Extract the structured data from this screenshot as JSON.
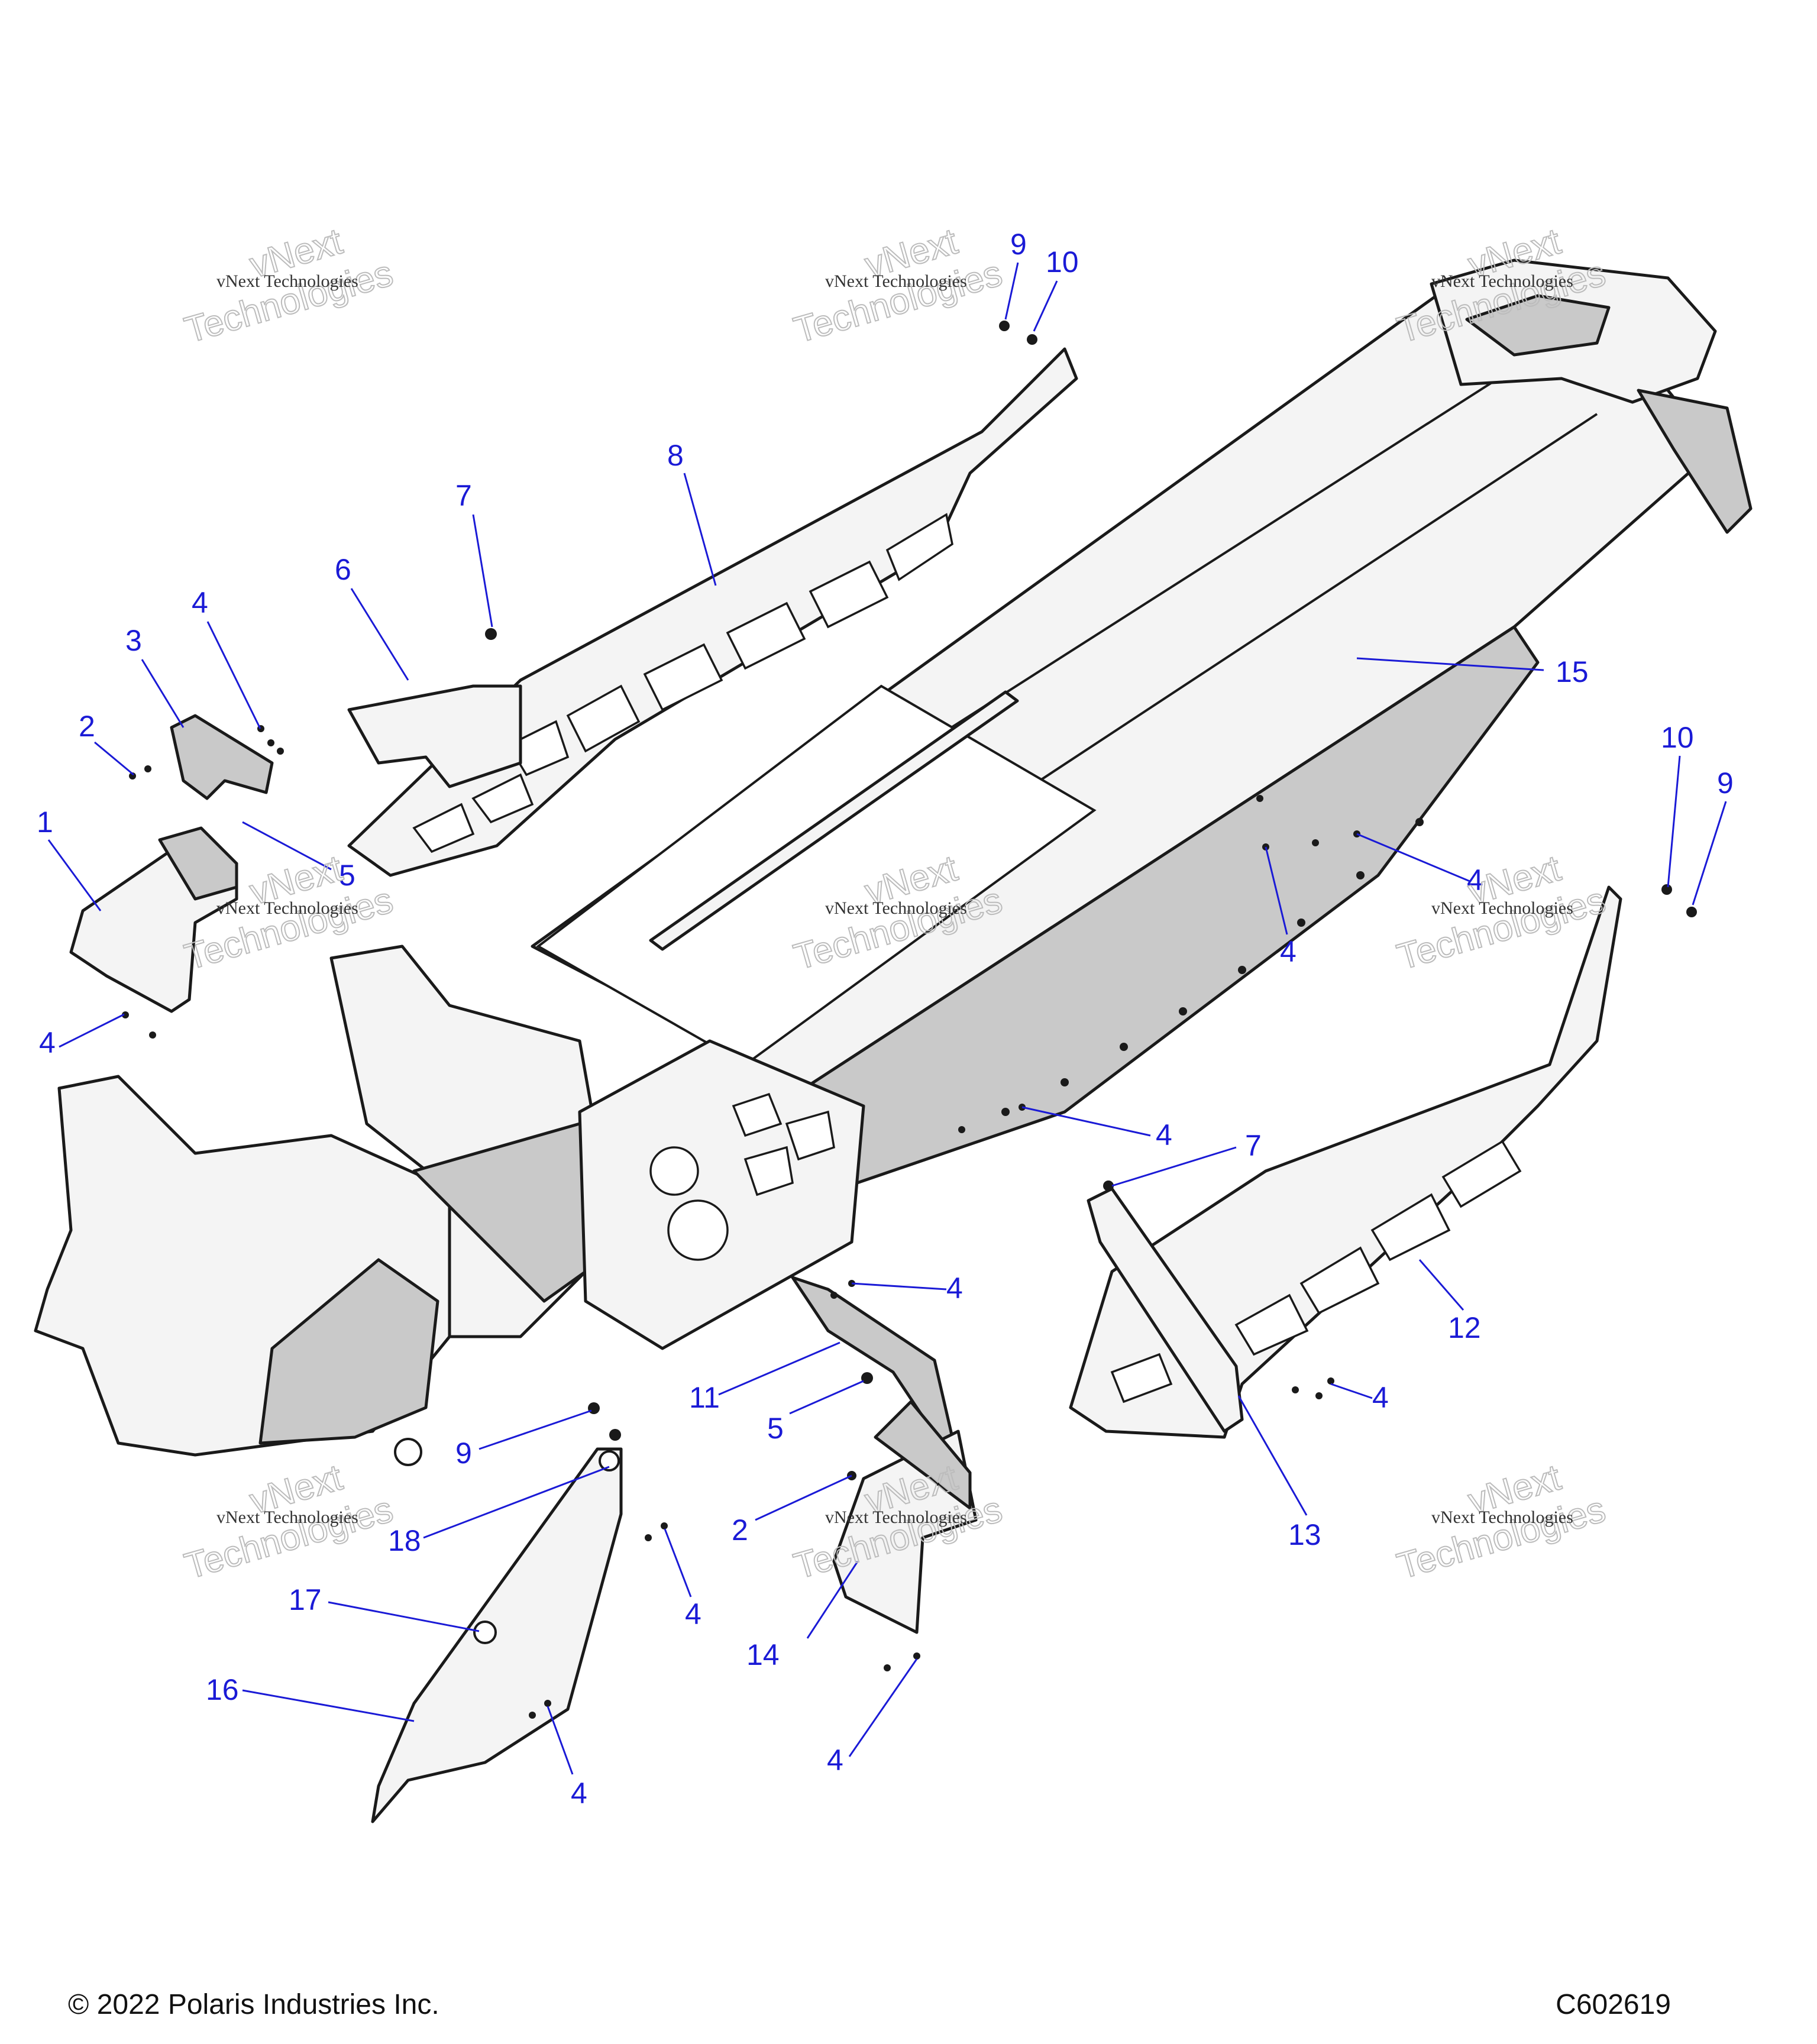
{
  "diagram": {
    "callouts": [
      {
        "id": "c1",
        "label": "1"
      },
      {
        "id": "c2a",
        "label": "2"
      },
      {
        "id": "c3",
        "label": "3"
      },
      {
        "id": "c4a",
        "label": "4"
      },
      {
        "id": "c5a",
        "label": "5"
      },
      {
        "id": "c4b",
        "label": "4"
      },
      {
        "id": "c6",
        "label": "6"
      },
      {
        "id": "c7a",
        "label": "7"
      },
      {
        "id": "c8",
        "label": "8"
      },
      {
        "id": "c9a",
        "label": "9"
      },
      {
        "id": "c10a",
        "label": "10"
      },
      {
        "id": "c15",
        "label": "15"
      },
      {
        "id": "c10b",
        "label": "10"
      },
      {
        "id": "c9b",
        "label": "9"
      },
      {
        "id": "c4c",
        "label": "4"
      },
      {
        "id": "c4d",
        "label": "4"
      },
      {
        "id": "c4e",
        "label": "4"
      },
      {
        "id": "c7b",
        "label": "7"
      },
      {
        "id": "c4f",
        "label": "4"
      },
      {
        "id": "c12",
        "label": "12"
      },
      {
        "id": "c11",
        "label": "11"
      },
      {
        "id": "c5b",
        "label": "5"
      },
      {
        "id": "c4g",
        "label": "4"
      },
      {
        "id": "c9c",
        "label": "9"
      },
      {
        "id": "c18",
        "label": "18"
      },
      {
        "id": "c2b",
        "label": "2"
      },
      {
        "id": "c13",
        "label": "13"
      },
      {
        "id": "c4h",
        "label": "4"
      },
      {
        "id": "c14",
        "label": "14"
      },
      {
        "id": "c17",
        "label": "17"
      },
      {
        "id": "c16",
        "label": "16"
      },
      {
        "id": "c4i",
        "label": "4"
      },
      {
        "id": "c4j",
        "label": "4"
      }
    ],
    "watermark": {
      "line1": "vNext Technologies",
      "line2": "vNext",
      "line3": "Technologies"
    }
  },
  "footer": {
    "copyright": "© 2022 Polaris Industries Inc.",
    "drawing_number": "C602619"
  }
}
